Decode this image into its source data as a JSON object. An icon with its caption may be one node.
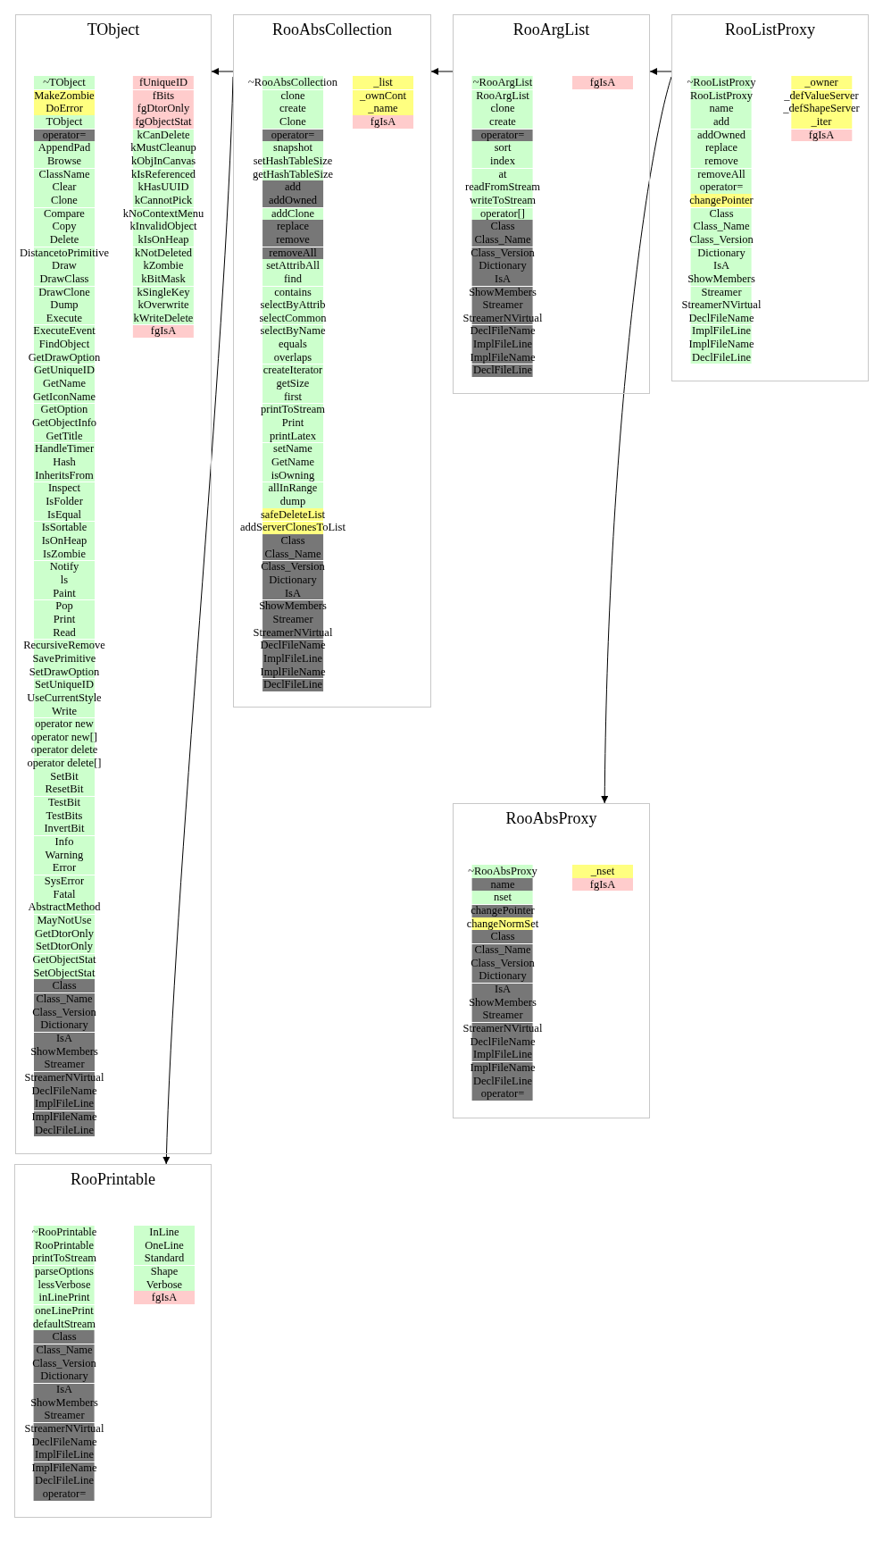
{
  "diagram": {
    "nodes": [
      {
        "text": [
          "TObject"
        ]
      },
      {
        "text": [
          "~TObject"
        ],
        "in": 0
      },
      {
        "text": [
          "MakeZombie"
        ],
        "in": 0
      },
      {
        "text": [
          "DoError"
        ],
        "in": 0
      },
      {
        "text": [
          "TObject"
        ],
        "in": 0
      },
      {
        "text": [
          "operator="
        ],
        "in": 0
      },
      {
        "text": [
          "AppendPad"
        ],
        "in": 0
      },
      {
        "text": [
          "Browse"
        ],
        "in": 0
      },
      {
        "text": [
          "ClassName"
        ],
        "in": 0
      },
      {
        "text": [
          "Clear"
        ],
        "in": 0
      },
      {
        "text": [
          "Clone"
        ],
        "in": 0
      },
      {
        "text": [
          "Compare"
        ],
        "in": 0
      },
      {
        "text": [
          "Copy"
        ],
        "in": 0
      },
      {
        "text": [
          "Delete"
        ],
        "in": 0
      },
      {
        "text": [
          "DistancetoPrimitive"
        ],
        "in": 0
      },
      {
        "text": [
          "Draw"
        ],
        "in": 0
      },
      {
        "text": [
          "DrawClass"
        ],
        "in": 0
      },
      {
        "text": [
          "DrawClone"
        ],
        "in": 0
      },
      {
        "text": [
          "Dump"
        ],
        "in": 0
      },
      {
        "text": [
          "Execute"
        ],
        "in": 0
      },
      {
        "text": [
          "ExecuteEvent"
        ],
        "in": 0
      },
      {
        "text": [
          "FindObject"
        ],
        "in": 0
      },
      {
        "text": [
          "GetDrawOption"
        ],
        "in": 0
      },
      {
        "text": [
          "GetUniqueID"
        ],
        "in": 0
      },
      {
        "text": [
          "GetName"
        ],
        "in": 0
      },
      {
        "text": [
          "GetIconName"
        ],
        "in": 0
      },
      {
        "text": [
          "GetOption"
        ],
        "in": 0
      },
      {
        "text": [
          "GetObjectInfo"
        ],
        "in": 0
      },
      {
        "text": [
          "GetTitle"
        ],
        "in": 0
      },
      {
        "text": [
          "HandleTimer"
        ],
        "in": 0
      },
      {
        "text": [
          "Hash"
        ],
        "in": 0
      },
      {
        "text": [
          "InheritsFrom"
        ],
        "in": 0
      },
      {
        "text": [
          "Inspect"
        ],
        "in": 0
      },
      {
        "text": [
          "IsFolder"
        ],
        "in": 0
      },
      {
        "text": [
          "IsEqual"
        ],
        "in": 0
      },
      {
        "text": [
          "IsSortable"
        ],
        "in": 0
      },
      {
        "text": [
          "IsOnHeap"
        ],
        "in": 0
      },
      {
        "text": [
          "IsZombie"
        ],
        "in": 0
      },
      {
        "text": [
          "Notify"
        ],
        "in": 0
      },
      {
        "text": [
          "ls"
        ],
        "in": 0
      },
      {
        "text": [
          "Paint"
        ],
        "in": 0
      },
      {
        "text": [
          "Pop"
        ],
        "in": 0
      },
      {
        "text": [
          "Print"
        ],
        "in": 0
      },
      {
        "text": [
          "Read"
        ],
        "in": 0
      },
      {
        "text": [
          "RecursiveRemove"
        ],
        "in": 0
      },
      {
        "text": [
          "SavePrimitive"
        ],
        "in": 0
      },
      {
        "text": [
          "SetDrawOption"
        ],
        "in": 0
      },
      {
        "text": [
          "SetUniqueID"
        ],
        "in": 0
      },
      {
        "text": [
          "UseCurrentStyle"
        ],
        "in": 0
      },
      {
        "text": [
          "Write"
        ],
        "in": 0
      },
      {
        "text": [
          "operator new"
        ],
        "in": 0
      },
      {
        "text": [
          "operator new[]"
        ],
        "in": 0
      },
      {
        "text": [
          "operator delete"
        ],
        "in": 0
      },
      {
        "text": [
          "operator delete[]"
        ],
        "in": 0
      },
      {
        "text": [
          "SetBit"
        ],
        "in": 0
      },
      {
        "text": [
          "ResetBit"
        ],
        "in": 0
      },
      {
        "text": [
          "TestBit"
        ],
        "in": 0
      },
      {
        "text": [
          "TestBits"
        ],
        "in": 0
      },
      {
        "text": [
          "InvertBit"
        ],
        "in": 0
      },
      {
        "text": [
          "Info"
        ],
        "in": 0
      },
      {
        "text": [
          "Warning"
        ],
        "in": 0
      },
      {
        "text": [
          "Error"
        ],
        "in": 0
      },
      {
        "text": [
          "SysError"
        ],
        "in": 0
      },
      {
        "text": [
          "Fatal"
        ],
        "in": 0
      },
      {
        "text": [
          "AbstractMethod"
        ],
        "in": 0
      },
      {
        "text": [
          "MayNotUse"
        ],
        "in": 0
      },
      {
        "text": [
          "GetDtorOnly"
        ],
        "in": 0
      },
      {
        "text": [
          "SetDtorOnly"
        ],
        "in": 0
      },
      {
        "text": [
          "GetObjectStat"
        ],
        "in": 0
      },
      {
        "text": [
          "SetObjectStat"
        ],
        "in": 0
      },
      {
        "text": [
          "Class"
        ],
        "in": 0
      },
      {
        "text": [
          "Class_Name"
        ],
        "in": 0
      },
      {
        "text": [
          "Class_Version"
        ],
        "in": 0
      },
      {
        "text": [
          "Dictionary"
        ],
        "in": 0
      },
      {
        "text": [
          "IsA"
        ],
        "in": 0
      },
      {
        "text": [
          "ShowMembers"
        ],
        "in": 0
      },
      {
        "text": [
          "Streamer"
        ],
        "in": 0
      },
      {
        "text": [
          "StreamerNVirtual"
        ],
        "in": 0
      },
      {
        "text": [
          "DeclFileName"
        ],
        "in": 0
      },
      {
        "text": [
          "ImplFileLine"
        ],
        "in": 0
      },
      {
        "text": [
          "ImplFileName"
        ],
        "in": 0
      },
      {
        "text": [
          "DeclFileLine"
        ],
        "in": 0
      },
      {
        "text": [
          "fUniqueID"
        ],
        "in": 0
      },
      {
        "text": [
          "fBits"
        ],
        "in": 0
      },
      {
        "text": [
          "fgDtorOnly"
        ],
        "in": 0
      },
      {
        "text": [
          "fgObjectStat"
        ],
        "in": 0
      },
      {
        "text": [
          "kCanDelete"
        ],
        "in": 0
      },
      {
        "text": [
          "kMustCleanup"
        ],
        "in": 0
      },
      {
        "text": [
          "kObjInCanvas"
        ],
        "in": 0
      },
      {
        "text": [
          "kIsReferenced"
        ],
        "in": 0
      },
      {
        "text": [
          "kHasUUID"
        ],
        "in": 0
      },
      {
        "text": [
          "kCannotPick"
        ],
        "in": 0
      },
      {
        "text": [
          "kNoContextMenu"
        ],
        "in": 0
      },
      {
        "text": [
          "kInvalidObject"
        ],
        "in": 0
      },
      {
        "text": [
          "kIsOnHeap"
        ],
        "in": 0
      },
      {
        "text": [
          "kNotDeleted"
        ],
        "in": 0
      },
      {
        "text": [
          "kZombie"
        ],
        "in": 0
      },
      {
        "text": [
          "kBitMask"
        ],
        "in": 0
      },
      {
        "text": [
          "kSingleKey"
        ],
        "in": 0
      },
      {
        "text": [
          "kOverwrite"
        ],
        "in": 0
      },
      {
        "text": [
          "kWriteDelete"
        ],
        "in": 0
      },
      {
        "text": [
          "fgIsA"
        ],
        "in": 0
      },
      {
        "text": [
          "RooAbsCollection"
        ]
      },
      {
        "text": [
          "~RooAbsCollection"
        ],
        "in": 102
      },
      {
        "text": [
          "clone"
        ],
        "in": 102
      },
      {
        "text": [
          "create"
        ],
        "in": 102
      },
      {
        "text": [
          "Clone"
        ],
        "in": 102
      },
      {
        "text": [
          "operator="
        ],
        "in": 102
      },
      {
        "text": [
          "snapshot"
        ],
        "in": 102
      },
      {
        "text": [
          "setHashTableSize"
        ],
        "in": 102
      },
      {
        "text": [
          "getHashTableSize"
        ],
        "in": 102
      },
      {
        "text": [
          "add"
        ],
        "in": 102
      },
      {
        "text": [
          "addOwned"
        ],
        "in": 102
      },
      {
        "text": [
          "addClone"
        ],
        "in": 102
      },
      {
        "text": [
          "replace"
        ],
        "in": 102
      },
      {
        "text": [
          "remove"
        ],
        "in": 102
      },
      {
        "text": [
          "removeAll"
        ],
        "in": 102
      },
      {
        "text": [
          "setAttribAll"
        ],
        "in": 102
      },
      {
        "text": [
          "find"
        ],
        "in": 102
      },
      {
        "text": [
          "contains"
        ],
        "in": 102
      },
      {
        "text": [
          "selectByAttrib"
        ],
        "in": 102
      },
      {
        "text": [
          "selectCommon"
        ],
        "in": 102
      },
      {
        "text": [
          "selectByName"
        ],
        "in": 102
      },
      {
        "text": [
          "equals"
        ],
        "in": 102
      },
      {
        "text": [
          "overlaps"
        ],
        "in": 102
      },
      {
        "text": [
          "createIterator"
        ],
        "in": 102
      },
      {
        "text": [
          "getSize"
        ],
        "in": 102
      },
      {
        "text": [
          "first"
        ],
        "in": 102
      },
      {
        "text": [
          "printToStream"
        ],
        "in": 102
      },
      {
        "text": [
          "Print"
        ],
        "in": 102
      },
      {
        "text": [
          "printLatex"
        ],
        "in": 102
      },
      {
        "text": [
          "setName"
        ],
        "in": 102
      },
      {
        "text": [
          "GetName"
        ],
        "in": 102
      },
      {
        "text": [
          "isOwning"
        ],
        "in": 102
      },
      {
        "text": [
          "allInRange"
        ],
        "in": 102
      },
      {
        "text": [
          "dump"
        ],
        "in": 102
      },
      {
        "text": [
          "safeDeleteList"
        ],
        "in": 102
      },
      {
        "text": [
          "addServerClonesToList"
        ],
        "in": 102
      },
      {
        "text": [
          "Class"
        ],
        "in": 102
      },
      {
        "text": [
          "Class_Name"
        ],
        "in": 102
      },
      {
        "text": [
          "Class_Version"
        ],
        "in": 102
      },
      {
        "text": [
          "Dictionary"
        ],
        "in": 102
      },
      {
        "text": [
          "IsA"
        ],
        "in": 102
      },
      {
        "text": [
          "ShowMembers"
        ],
        "in": 102
      },
      {
        "text": [
          "Streamer"
        ],
        "in": 102
      },
      {
        "text": [
          "StreamerNVirtual"
        ],
        "in": 102
      },
      {
        "text": [
          "DeclFileName"
        ],
        "in": 102
      },
      {
        "text": [
          "ImplFileLine"
        ],
        "in": 102
      },
      {
        "text": [
          "ImplFileName"
        ],
        "in": 102
      },
      {
        "text": [
          "DeclFileLine"
        ],
        "in": 102
      },
      {
        "text": [
          "_list"
        ],
        "in": 102
      },
      {
        "text": [
          "_ownCont"
        ],
        "in": 102
      },
      {
        "text": [
          "_name"
        ],
        "in": 102
      },
      {
        "text": [
          "fgIsA"
        ],
        "in": 102
      },
      {
        "text": [
          "RooArgList"
        ]
      },
      {
        "text": [
          "~RooArgList"
        ],
        "in": 154
      },
      {
        "text": [
          "RooArgList"
        ],
        "in": 154
      },
      {
        "text": [
          "clone"
        ],
        "in": 154
      },
      {
        "text": [
          "create"
        ],
        "in": 154
      },
      {
        "text": [
          "operator="
        ],
        "in": 154
      },
      {
        "text": [
          "sort"
        ],
        "in": 154
      },
      {
        "text": [
          "index"
        ],
        "in": 154
      },
      {
        "text": [
          "at"
        ],
        "in": 154
      },
      {
        "text": [
          "readFromStream"
        ],
        "in": 154
      },
      {
        "text": [
          "writeToStream"
        ],
        "in": 154
      },
      {
        "text": [
          "operator[]"
        ],
        "in": 154
      },
      {
        "text": [
          "Class"
        ],
        "in": 154
      },
      {
        "text": [
          "Class_Name"
        ],
        "in": 154
      },
      {
        "text": [
          "Class_Version"
        ],
        "in": 154
      },
      {
        "text": [
          "Dictionary"
        ],
        "in": 154
      },
      {
        "text": [
          "IsA"
        ],
        "in": 154
      },
      {
        "text": [
          "ShowMembers"
        ],
        "in": 154
      },
      {
        "text": [
          "Streamer"
        ],
        "in": 154
      },
      {
        "text": [
          "StreamerNVirtual"
        ],
        "in": 154
      },
      {
        "text": [
          "DeclFileName"
        ],
        "in": 154
      },
      {
        "text": [
          "ImplFileLine"
        ],
        "in": 154
      },
      {
        "text": [
          "ImplFileName"
        ],
        "in": 154
      },
      {
        "text": [
          "DeclFileLine"
        ],
        "in": 154
      },
      {
        "text": [
          "fgIsA"
        ],
        "in": 154
      },
      {
        "text": [
          "RooListProxy"
        ]
      },
      {
        "text": [
          "~RooListProxy"
        ],
        "in": 179
      },
      {
        "text": [
          "RooListProxy"
        ],
        "in": 179
      },
      {
        "text": [
          "name"
        ],
        "in": 179
      },
      {
        "text": [
          "add"
        ],
        "in": 179
      },
      {
        "text": [
          "addOwned"
        ],
        "in": 179
      },
      {
        "text": [
          "replace"
        ],
        "in": 179
      },
      {
        "text": [
          "remove"
        ],
        "in": 179
      },
      {
        "text": [
          "removeAll"
        ],
        "in": 179
      },
      {
        "text": [
          "operator="
        ],
        "in": 179
      },
      {
        "text": [
          "changePointer"
        ],
        "in": 179
      },
      {
        "text": [
          "Class"
        ],
        "in": 179
      },
      {
        "text": [
          "Class_Name"
        ],
        "in": 179
      },
      {
        "text": [
          "Class_Version"
        ],
        "in": 179
      },
      {
        "text": [
          "Dictionary"
        ],
        "in": 179
      },
      {
        "text": [
          "IsA"
        ],
        "in": 179
      },
      {
        "text": [
          "ShowMembers"
        ],
        "in": 179
      },
      {
        "text": [
          "Streamer"
        ],
        "in": 179
      },
      {
        "text": [
          "StreamerNVirtual"
        ],
        "in": 179
      },
      {
        "text": [
          "DeclFileName"
        ],
        "in": 179
      },
      {
        "text": [
          "ImplFileLine"
        ],
        "in": 179
      },
      {
        "text": [
          "ImplFileName"
        ],
        "in": 179
      },
      {
        "text": [
          "DeclFileLine"
        ],
        "in": 179
      },
      {
        "text": [
          "_owner"
        ],
        "in": 179
      },
      {
        "text": [
          "_defValueServer"
        ],
        "in": 179
      },
      {
        "text": [
          "_defShapeServer"
        ],
        "in": 179
      },
      {
        "text": [
          "_iter"
        ],
        "in": 179
      },
      {
        "text": [
          "fgIsA"
        ],
        "in": 179
      },
      {
        "text": [
          "RooAbsProxy"
        ]
      },
      {
        "text": [
          "~RooAbsProxy"
        ],
        "in": 207
      },
      {
        "text": [
          "name"
        ],
        "in": 207
      },
      {
        "text": [
          "nset"
        ],
        "in": 207
      },
      {
        "text": [
          "changePointer"
        ],
        "in": 207
      },
      {
        "text": [
          "changeNormSet"
        ],
        "in": 207
      },
      {
        "text": [
          "Class"
        ],
        "in": 207
      },
      {
        "text": [
          "Class_Name"
        ],
        "in": 207
      },
      {
        "text": [
          "Class_Version"
        ],
        "in": 207
      },
      {
        "text": [
          "Dictionary"
        ],
        "in": 207
      },
      {
        "text": [
          "IsA"
        ],
        "in": 207
      },
      {
        "text": [
          "ShowMembers"
        ],
        "in": 207
      },
      {
        "text": [
          "Streamer"
        ],
        "in": 207
      },
      {
        "text": [
          "StreamerNVirtual"
        ],
        "in": 207
      },
      {
        "text": [
          "DeclFileName"
        ],
        "in": 207
      },
      {
        "text": [
          "ImplFileLine"
        ],
        "in": 207
      },
      {
        "text": [
          "ImplFileName"
        ],
        "in": 207
      },
      {
        "text": [
          "DeclFileLine"
        ],
        "in": 207
      },
      {
        "text": [
          "operator="
        ],
        "in": 207
      },
      {
        "text": [
          "_nset"
        ],
        "in": 207
      },
      {
        "text": [
          "fgIsA"
        ],
        "in": 207
      },
      {
        "text": [
          "RooPrintable"
        ]
      },
      {
        "text": [
          "~RooPrintable"
        ],
        "in": 228
      },
      {
        "text": [
          "RooPrintable"
        ],
        "in": 228
      },
      {
        "text": [
          "printToStream"
        ],
        "in": 228
      },
      {
        "text": [
          "parseOptions"
        ],
        "in": 228
      },
      {
        "text": [
          "lessVerbose"
        ],
        "in": 228
      },
      {
        "text": [
          "inLinePrint"
        ],
        "in": 228
      },
      {
        "text": [
          "oneLinePrint"
        ],
        "in": 228
      },
      {
        "text": [
          "defaultStream"
        ],
        "in": 228
      },
      {
        "text": [
          "Class"
        ],
        "in": 228
      },
      {
        "text": [
          "Class_Name"
        ],
        "in": 228
      },
      {
        "text": [
          "Class_Version"
        ],
        "in": 228
      },
      {
        "text": [
          "Dictionary"
        ],
        "in": 228
      },
      {
        "text": [
          "IsA"
        ],
        "in": 228
      },
      {
        "text": [
          "ShowMembers"
        ],
        "in": 228
      },
      {
        "text": [
          "Streamer"
        ],
        "in": 228
      },
      {
        "text": [
          "StreamerNVirtual"
        ],
        "in": 228
      },
      {
        "text": [
          "DeclFileName"
        ],
        "in": 228
      },
      {
        "text": [
          "ImplFileLine"
        ],
        "in": 228
      },
      {
        "text": [
          "ImplFileName"
        ],
        "in": 228
      },
      {
        "text": [
          "DeclFileLine"
        ],
        "in": 228
      },
      {
        "text": [
          "operator="
        ],
        "in": 228
      },
      {
        "text": [
          "InLine"
        ],
        "in": 228
      },
      {
        "text": [
          "OneLine"
        ],
        "in": 228
      },
      {
        "text": [
          "Standard"
        ],
        "in": 228
      },
      {
        "text": [
          "Shape"
        ],
        "in": 228
      },
      {
        "text": [
          "Verbose"
        ],
        "in": 228
      },
      {
        "text": [
          "fgIsA"
        ],
        "in": 228
      }
    ],
    "edges": [
      {
        "from": 102,
        "to": 0,
        "arrow": "to"
      },
      {
        "from": 154,
        "to": 102,
        "arrow": "to"
      },
      {
        "from": 179,
        "to": 154,
        "arrow": "to"
      },
      {
        "from": 102,
        "to": 228,
        "arrow": "to"
      },
      {
        "from": 179,
        "to": 207,
        "arrow": "to"
      }
    ]
  }
}
